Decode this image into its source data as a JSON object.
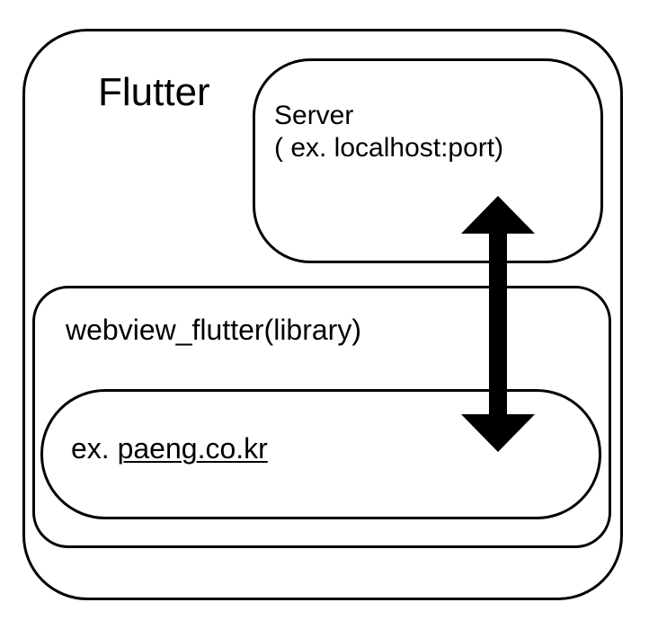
{
  "diagram": {
    "outer": {
      "title": "Flutter"
    },
    "server": {
      "line1": "Server",
      "line2": "( ex. localhost:port)"
    },
    "webview": {
      "title": "webview_flutter(library)",
      "url_prefix": "ex.",
      "url_link": "paeng.co.kr"
    },
    "connector": {
      "type": "double-headed-arrow",
      "color": "#000000"
    }
  }
}
